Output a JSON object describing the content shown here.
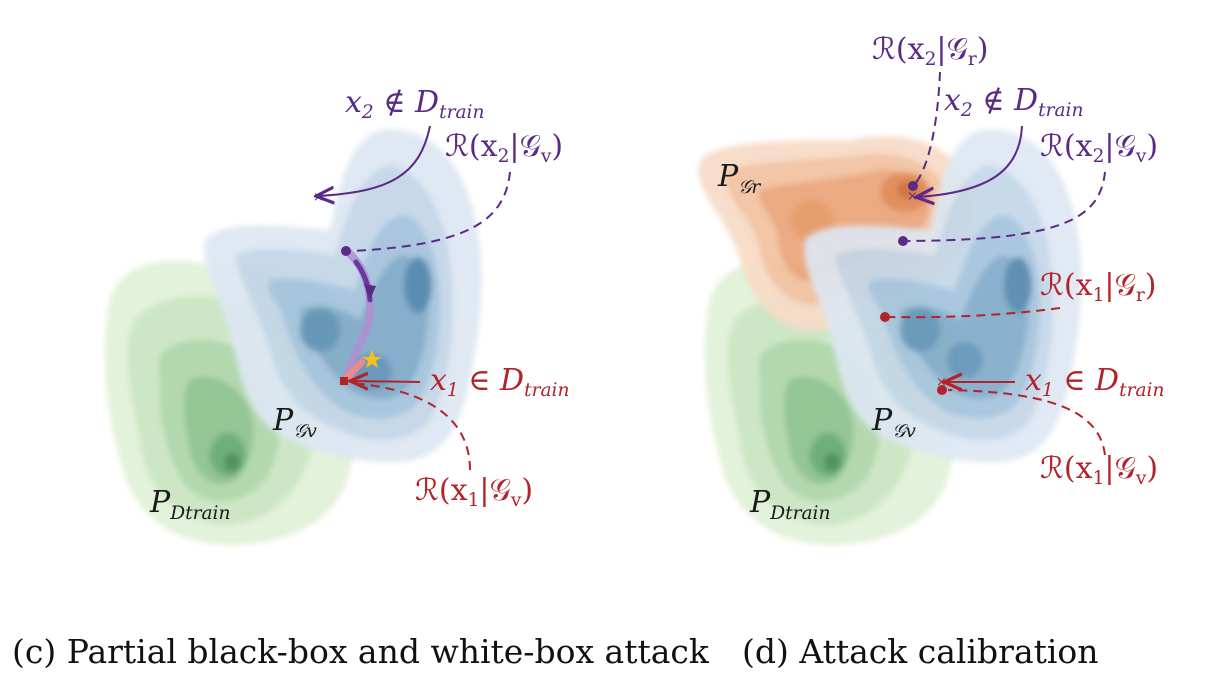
{
  "colors": {
    "purple": "#5b2a86",
    "red": "#b3232a",
    "dark": "#1a1a1a",
    "green": "#5aa66c",
    "blue": "#3f7fa6",
    "orange": "#d86a2e"
  },
  "panel_c": {
    "caption": "(c) Partial black-box and white-box attack",
    "x2": {
      "main": "x",
      "sub": "2",
      "rel": " ∉ D",
      "rel_sub": "train"
    },
    "r_x2_gv": {
      "pre": "ℛ(x",
      "sub1": "2",
      "mid": "|𝒢",
      "sub2": "v",
      "post": ")"
    },
    "x1": {
      "main": "x",
      "sub": "1",
      "rel": " ∈ D",
      "rel_sub": "train"
    },
    "r_x1_gv": {
      "pre": "ℛ(x",
      "sub1": "1",
      "mid": "|𝒢",
      "sub2": "v",
      "post": ")"
    },
    "p_gv": {
      "main": "P",
      "sub": "𝒢v"
    },
    "p_dtrain": {
      "main": "P",
      "sub": "Dtrain"
    }
  },
  "panel_d": {
    "caption": "(d) Attack calibration",
    "r_x2_gr": {
      "pre": "ℛ(x",
      "sub1": "2",
      "mid": "|𝒢",
      "sub2": "r",
      "post": ")"
    },
    "x2": {
      "main": "x",
      "sub": "2",
      "rel": " ∉ D",
      "rel_sub": "train"
    },
    "r_x2_gv": {
      "pre": "ℛ(x",
      "sub1": "2",
      "mid": "|𝒢",
      "sub2": "v",
      "post": ")"
    },
    "r_x1_gr": {
      "pre": "ℛ(x",
      "sub1": "1",
      "mid": "|𝒢",
      "sub2": "r",
      "post": ")"
    },
    "x1": {
      "main": "x",
      "sub": "1",
      "rel": " ∈ D",
      "rel_sub": "train"
    },
    "r_x1_gv": {
      "pre": "ℛ(x",
      "sub1": "1",
      "mid": "|𝒢",
      "sub2": "v",
      "post": ")"
    },
    "p_gr": {
      "main": "P",
      "sub": "𝒢r"
    },
    "p_gv": {
      "main": "P",
      "sub": "𝒢v"
    },
    "p_dtrain": {
      "main": "P",
      "sub": "Dtrain"
    }
  }
}
